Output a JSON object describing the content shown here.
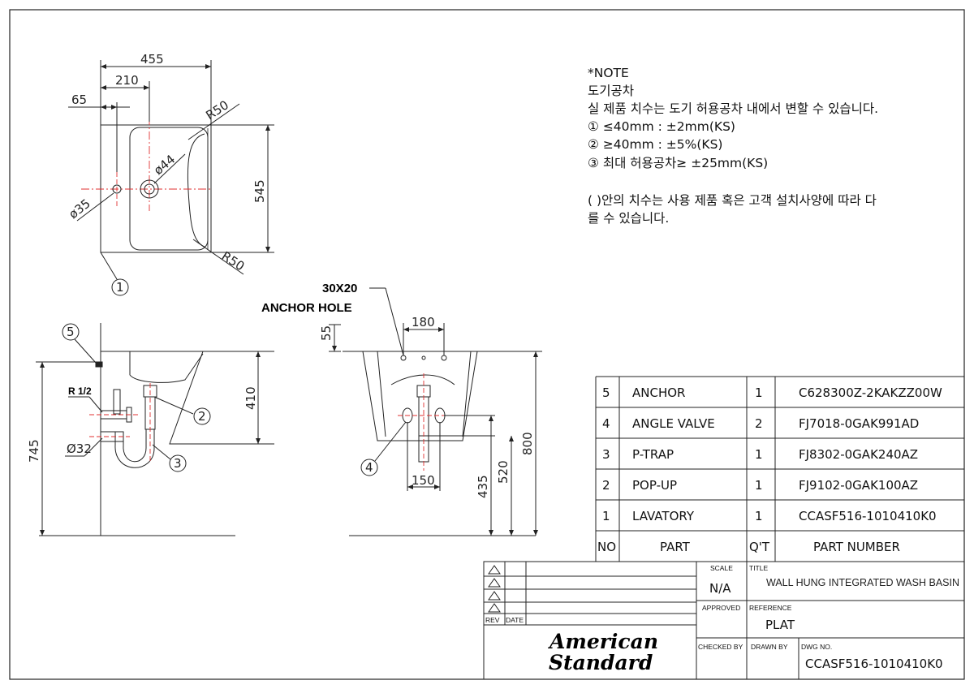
{
  "notes": {
    "heading": "*NOTE",
    "line1": "도기공차",
    "line2": "실 제품 치수는 도기 허용공차 내에서 변할 수 있습니다.",
    "line3": "① ≤40mm  :  ±2mm(KS)",
    "line4": "② ≥40mm  :  ±5%(KS)",
    "line5": "③ 최대 허용공차≥ ±25mm(KS)",
    "line6": "(  )안의 치수는 사용 제품 혹은 고객 설치사양에 따라 다",
    "line7": "를 수 있습니다."
  },
  "top_view": {
    "dim_width": "455",
    "dim_210": "210",
    "dim_65": "65",
    "dim_depth": "545",
    "radius_top": "R50",
    "radius_bottom": "R50",
    "dia_drain": "ø44",
    "dia_side": "ø35",
    "callout": "1"
  },
  "side_view": {
    "callout_5": "5",
    "callout_2": "2",
    "callout_3": "3",
    "thread": "R 1/2",
    "dia_32": "Ø32",
    "dim_745": "745",
    "dim_410": "410"
  },
  "front_view": {
    "anchor_size": "30X20",
    "anchor_label": "ANCHOR HOLE",
    "dim_55": "55",
    "dim_180": "180",
    "dim_150": "150",
    "dim_435": "435",
    "dim_520": "520",
    "dim_800": "800",
    "callout_4": "4"
  },
  "parts": {
    "header": {
      "no": "NO",
      "part": "PART",
      "qty": "Q'T",
      "number": "PART NUMBER"
    },
    "rows": [
      {
        "no": "5",
        "part": "ANCHOR",
        "qty": "1",
        "number": "C628300Z-2KAKZZ00W"
      },
      {
        "no": "4",
        "part": "ANGLE VALVE",
        "qty": "2",
        "number": "FJ7018-0GAK991AD"
      },
      {
        "no": "3",
        "part": "P-TRAP",
        "qty": "1",
        "number": "FJ8302-0GAK240AZ"
      },
      {
        "no": "2",
        "part": "POP-UP",
        "qty": "1",
        "number": "FJ9102-0GAK100AZ"
      },
      {
        "no": "1",
        "part": "LAVATORY",
        "qty": "1",
        "number": "CCASF516-1010410K0"
      }
    ]
  },
  "title_block": {
    "rev": "REV",
    "date": "DATE",
    "scale_label": "SCALE",
    "scale_value": "N/A",
    "title_label": "TITLE",
    "title_value": "WALL HUNG INTEGRATED WASH BASIN",
    "approved_label": "APPROVED",
    "reference_label": "REFERENCE",
    "reference_value": "PLAT",
    "checked_label": "CHECKED BY",
    "drawn_label": "DRAWN BY",
    "dwg_label": "DWG NO.",
    "dwg_value": "CCASF516-1010410K0",
    "logo_line1": "American",
    "logo_line2": "Standard"
  },
  "colors": {
    "line": "#222222",
    "centerline": "#e03030",
    "paper": "#ffffff"
  }
}
